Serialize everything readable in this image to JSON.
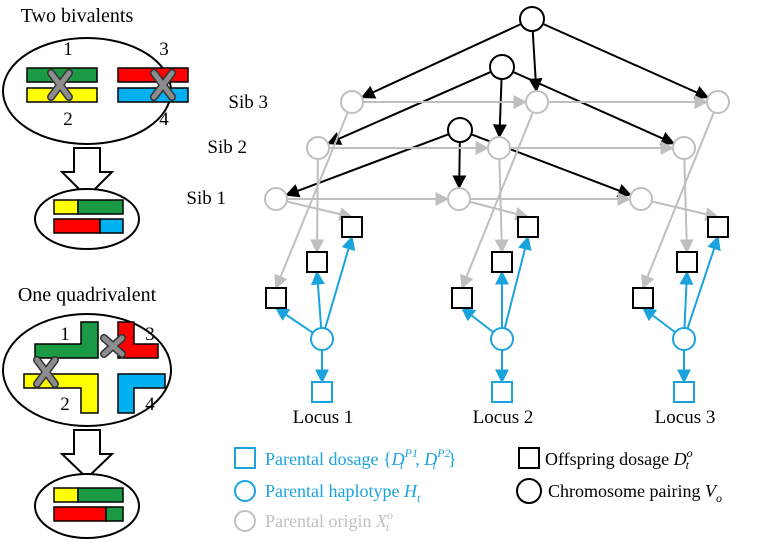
{
  "colors": {
    "blue": "#1ba3de",
    "gray": "#bfbfbf",
    "black": "#000000",
    "green": "#1a9a45",
    "yellow": "#ffff00",
    "red": "#ff0000",
    "cyan": "#00b0f0",
    "cross": "#8c8c8c"
  },
  "left_panel": {
    "bivalent": {
      "title": "Two bivalents",
      "labels": [
        "1",
        "2",
        "3",
        "4"
      ]
    },
    "quadrivalent": {
      "title": "One quadrivalent",
      "labels": [
        "1",
        "2",
        "3",
        "4"
      ]
    }
  },
  "network": {
    "sibs": [
      "Sib 3",
      "Sib 2",
      "Sib 1"
    ],
    "loci": [
      "Locus 1",
      "Locus 2",
      "Locus 3"
    ]
  },
  "legend": {
    "items": [
      {
        "shape": "square",
        "color": "blue",
        "text": "Parental dosage {",
        "math": "D",
        "sub": "t",
        "sup": "P1",
        "math2": "D",
        "sub2": "t",
        "sup2": "P2",
        "tail": "}"
      },
      {
        "shape": "circle",
        "color": "blue",
        "text": "Parental haplotype ",
        "math": "H",
        "sub": "t"
      },
      {
        "shape": "circle",
        "color": "gray",
        "text": "Parental origin ",
        "math": "X",
        "sub": "t",
        "sup": "o"
      },
      {
        "shape": "square",
        "color": "black",
        "text": "Offspring dosage ",
        "math": "D",
        "sub": "t",
        "sup": "o"
      },
      {
        "shape": "circle",
        "color": "black",
        "text": "Chromosome pairing ",
        "math": "V",
        "sub": "o"
      }
    ]
  }
}
